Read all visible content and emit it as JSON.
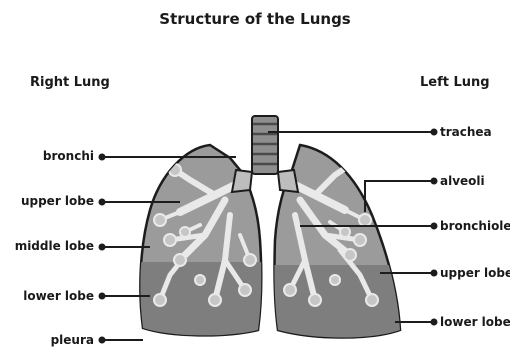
{
  "title": "Structure of the Lungs",
  "headings": {
    "right_lung": "Right Lung",
    "left_lung": "Left Lung"
  },
  "labels_left": [
    "bronchi",
    "upper lobe",
    "middle lobe",
    "lower lobe",
    "pleura"
  ],
  "labels_right": [
    "trachea",
    "alveoli",
    "bronchiole",
    "upper lobe",
    "lower lobe"
  ],
  "colors": {
    "lung_fill": "#9b9b9b",
    "tree": "#e9e9e9",
    "outline": "#1c1c1c",
    "lower_shade": "#7e7e7e"
  }
}
